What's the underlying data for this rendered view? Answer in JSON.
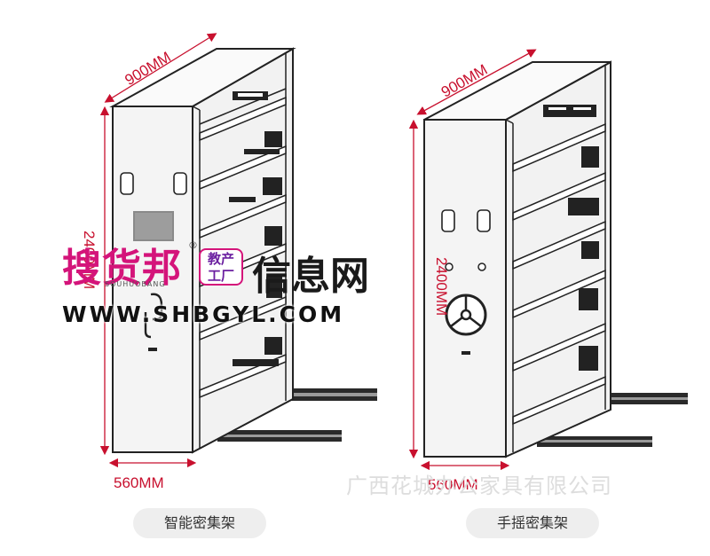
{
  "dimensions": {
    "left": {
      "depth": "900MM",
      "height": "2400MM",
      "width": "560MM"
    },
    "right": {
      "depth": "900MM",
      "height": "2400MM",
      "width": "560MM"
    }
  },
  "products": {
    "left_label": "智能密集架",
    "right_label": "手摇密集架"
  },
  "watermark": {
    "brand": "搜货邦",
    "brand_pinyin": "SOUHUOBANG",
    "registered": "®",
    "badge_line1": "教产",
    "badge_line2": "工厂",
    "site_name": "信息网",
    "url": "WWW.SHBGYL.COM"
  },
  "company_watermark": "广西花城办公家具有限公司",
  "colors": {
    "dimension": "#c8102e",
    "brand": "#d4147a",
    "outline": "#222222"
  }
}
